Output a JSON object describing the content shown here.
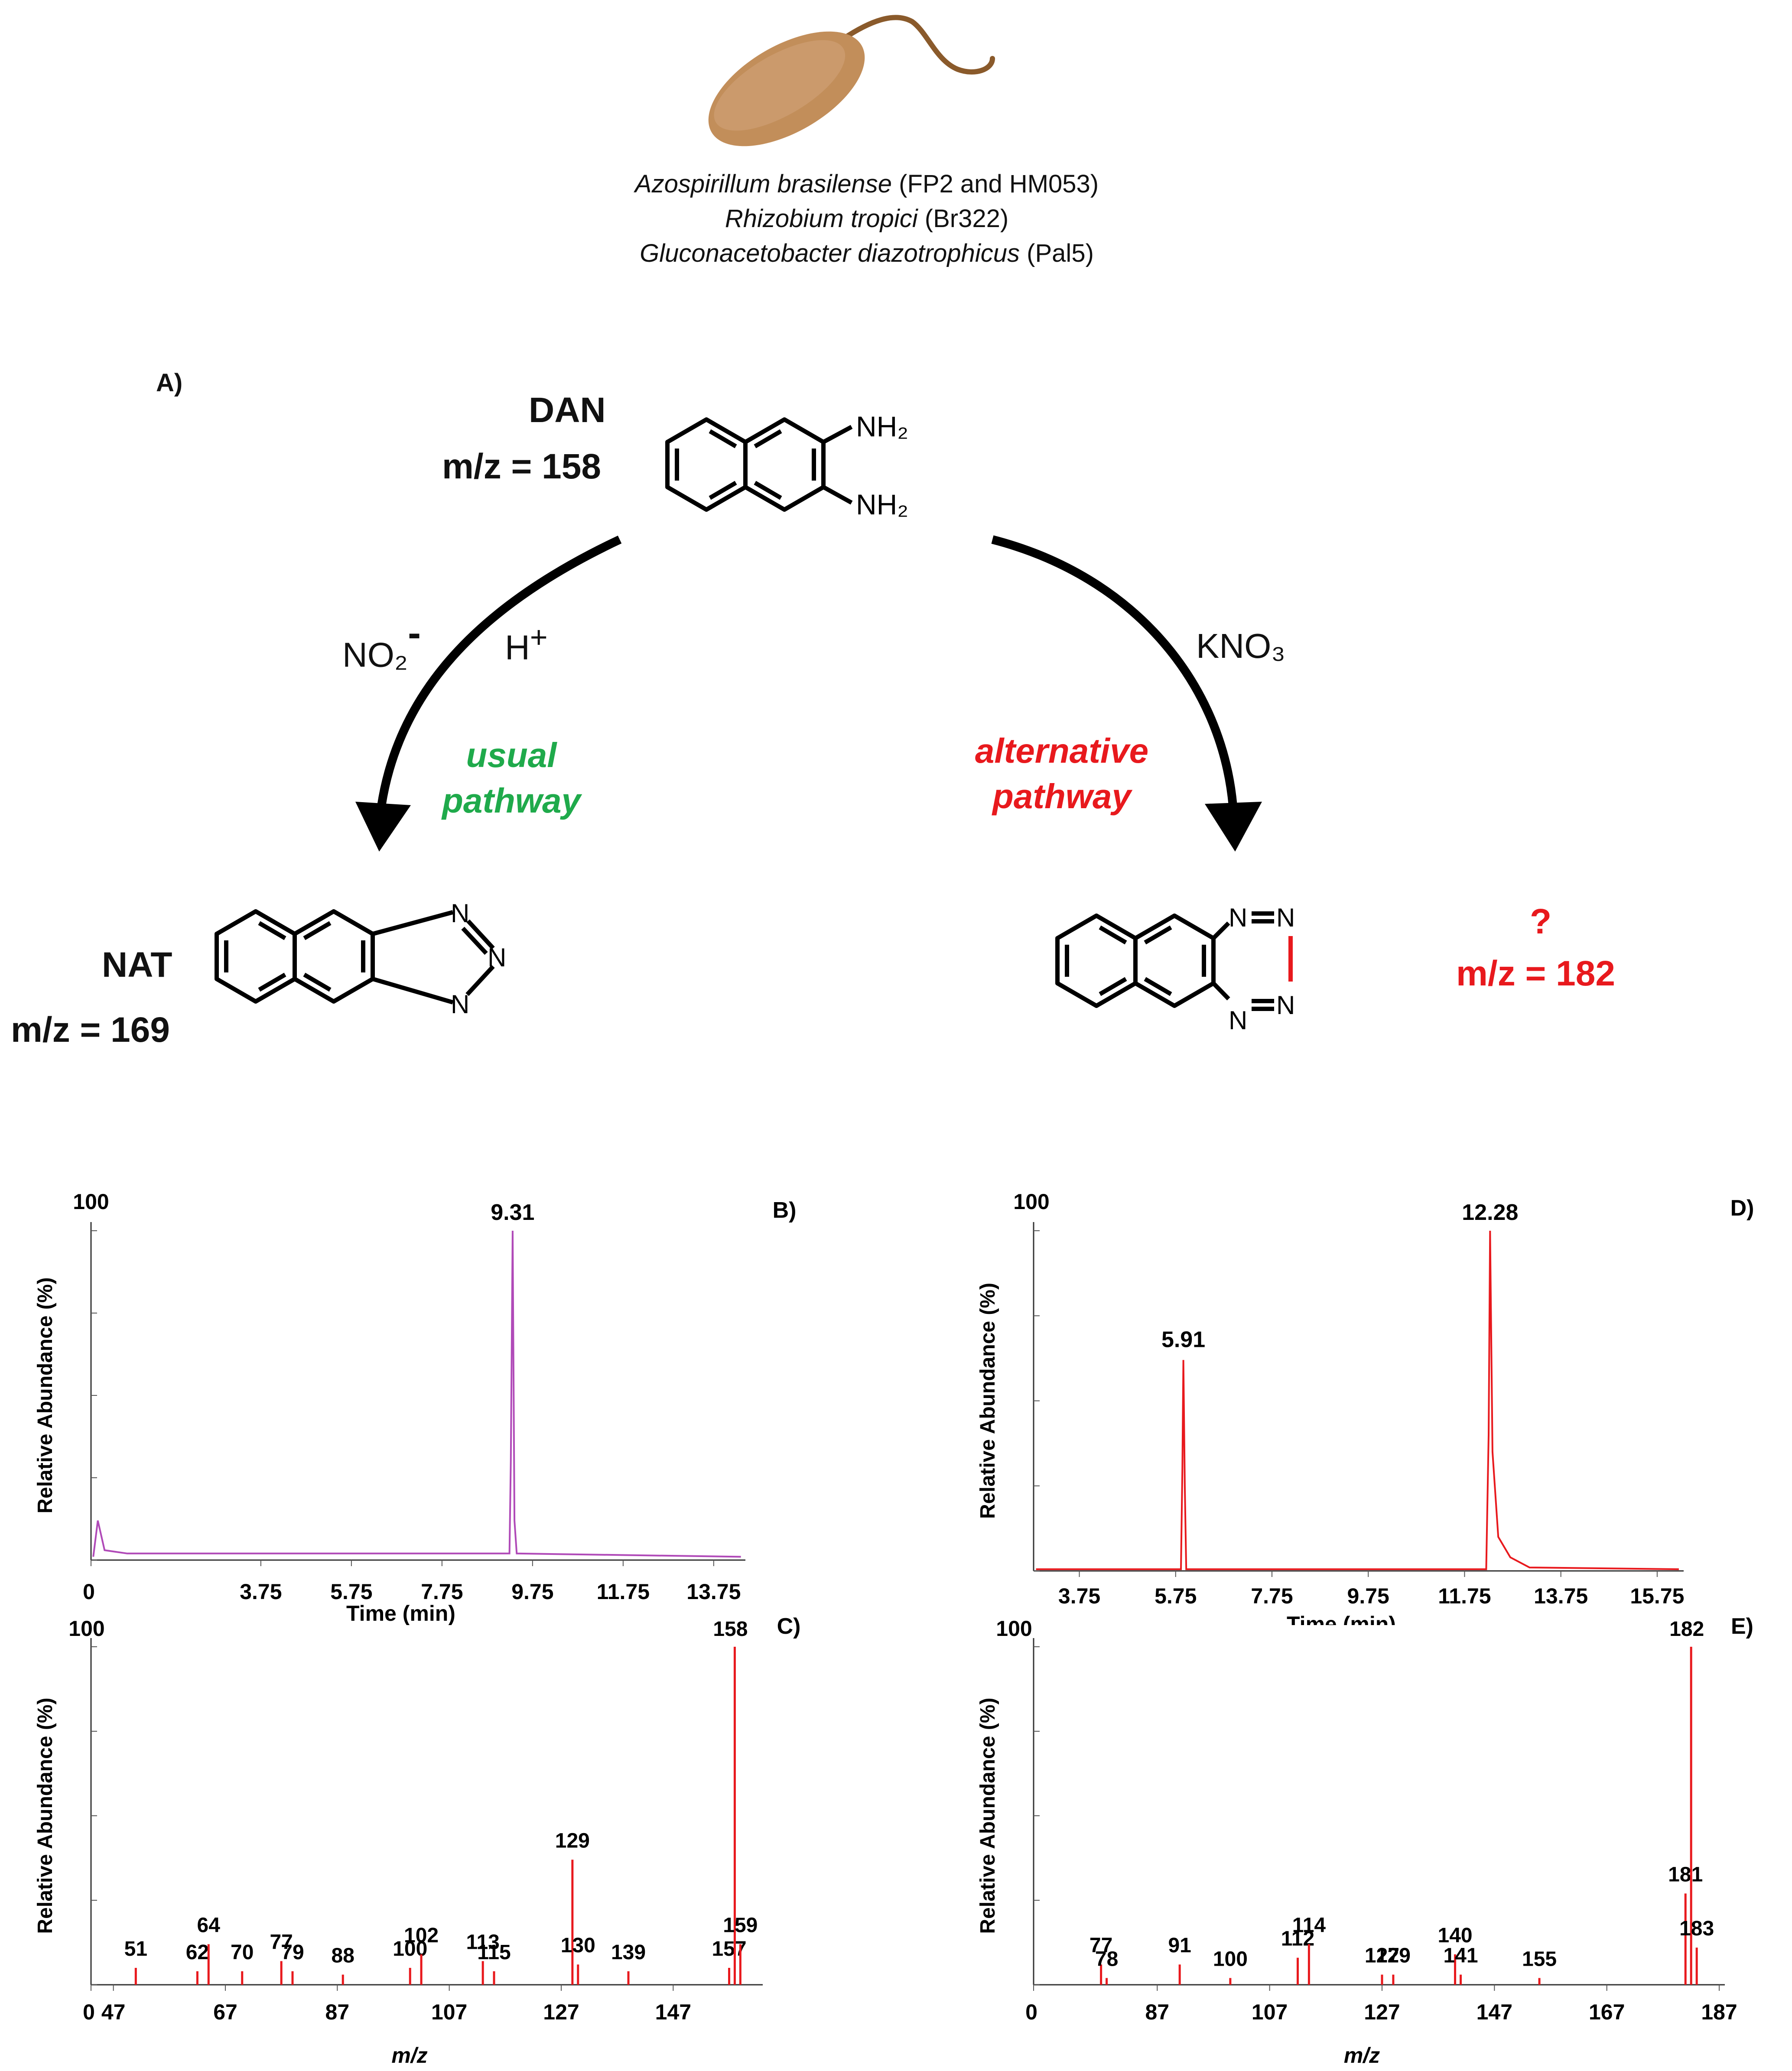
{
  "header": {
    "organisms": [
      {
        "species": "Azospirillum brasilense",
        "strain": " (FP2 and HM053)"
      },
      {
        "species": "Rhizobium tropici",
        "strain": " (Br322)"
      },
      {
        "species": "Gluconacetobacter diazotrophicus",
        "strain": " (Pal5)"
      }
    ]
  },
  "scheme": {
    "panel_label": "A)",
    "dan": {
      "name": "DAN",
      "mz": "m/z = 158",
      "nh2_top": "NH₂",
      "nh2_bottom": "NH₂"
    },
    "left_reagents": {
      "nitrite": "NO₂",
      "nitrite_charge": "-",
      "acid": "H",
      "acid_charge": "+"
    },
    "right_reagent": "KNO₃",
    "usual_pathway": [
      "usual",
      "pathway"
    ],
    "alternative_pathway": [
      "alternative",
      "pathway"
    ],
    "nat": {
      "name": "NAT",
      "mz": "m/z = 169",
      "atoms": [
        "N",
        "N",
        "N"
      ]
    },
    "unknown": {
      "question": "?",
      "mz": "m/z = 182",
      "atoms": [
        "N",
        "N",
        "N",
        "N"
      ]
    },
    "colors": {
      "usual": "#1faa4b",
      "alternative": "#e8191d",
      "arrow": "#000000"
    }
  },
  "chart_data": [
    {
      "panel": "B)",
      "type": "line",
      "xlabel": "Time (min)",
      "ylabel": "Relative Abundance (%)",
      "y_top_label": "100",
      "x_ticks": [
        "0",
        "3.75",
        "5.75",
        "7.75",
        "9.75",
        "11.75",
        "13.75"
      ],
      "xlim": [
        0,
        14.45
      ],
      "ylim": [
        0,
        100
      ],
      "color": "#b04ab8",
      "series": [
        {
          "x": [
            0.05,
            0.15,
            0.3,
            0.8,
            9.24,
            9.27,
            9.31,
            9.35,
            9.4,
            14.35
          ],
          "y": [
            1,
            12,
            3,
            2,
            2,
            30,
            100,
            12,
            2,
            1
          ]
        }
      ],
      "peak_labels": [
        {
          "x": 9.31,
          "label": "9.31"
        }
      ]
    },
    {
      "panel": "C)",
      "type": "bar",
      "xlabel": "m/z",
      "ylabel": "Relative Abundance (%)",
      "y_top_label": "100",
      "x_ticks": [
        "0",
        "47",
        "67",
        "87",
        "107",
        "127",
        "147"
      ],
      "xlim": [
        43,
        163
      ],
      "ylim": [
        0,
        100
      ],
      "color": "#e8191d",
      "peaks": [
        {
          "mz": 51,
          "value": 5,
          "label": "51"
        },
        {
          "mz": 62,
          "value": 4,
          "label": "62"
        },
        {
          "mz": 64,
          "value": 12,
          "label": "64"
        },
        {
          "mz": 70,
          "value": 4,
          "label": "70"
        },
        {
          "mz": 77,
          "value": 7,
          "label": "77"
        },
        {
          "mz": 79,
          "value": 4,
          "label": "79"
        },
        {
          "mz": 88,
          "value": 3,
          "label": "88"
        },
        {
          "mz": 100,
          "value": 5,
          "label": "100"
        },
        {
          "mz": 102,
          "value": 9,
          "label": "102"
        },
        {
          "mz": 113,
          "value": 7,
          "label": "113"
        },
        {
          "mz": 115,
          "value": 4,
          "label": "115"
        },
        {
          "mz": 129,
          "value": 37,
          "label": "129"
        },
        {
          "mz": 130,
          "value": 6,
          "label": "130"
        },
        {
          "mz": 139,
          "value": 4,
          "label": "139"
        },
        {
          "mz": 157,
          "value": 5,
          "label": "157"
        },
        {
          "mz": 158,
          "value": 100,
          "label": "158"
        },
        {
          "mz": 159,
          "value": 12,
          "label": "159"
        }
      ]
    },
    {
      "panel": "D)",
      "type": "line",
      "xlabel": "Time (min)",
      "ylabel": "Relative Abundance (%)",
      "y_top_label": "100",
      "x_ticks": [
        "3.75",
        "5.75",
        "7.75",
        "9.75",
        "11.75",
        "13.75",
        "15.75"
      ],
      "xlim": [
        2.8,
        16.3
      ],
      "ylim": [
        0,
        100
      ],
      "color": "#e8191d",
      "series": [
        {
          "x": [
            2.85,
            5.86,
            5.89,
            5.91,
            5.94,
            5.97,
            12.2,
            12.25,
            12.28,
            12.33,
            12.45,
            12.7,
            13.1,
            16.2
          ],
          "y": [
            0.5,
            0.5,
            30,
            62,
            25,
            0.5,
            0.5,
            40,
            100,
            35,
            10,
            4,
            1,
            0.5
          ]
        }
      ],
      "peak_labels": [
        {
          "x": 5.91,
          "label": "5.91"
        },
        {
          "x": 12.28,
          "label": "12.28"
        }
      ]
    },
    {
      "panel": "E)",
      "type": "bar",
      "xlabel": "m/z",
      "ylabel": "Relative Abundance (%)",
      "y_top_label": "100",
      "x_ticks": [
        "0",
        "87",
        "107",
        "127",
        "147",
        "167",
        "187"
      ],
      "xlim": [
        65,
        188
      ],
      "ylim": [
        0,
        100
      ],
      "color": "#e8191d",
      "peaks": [
        {
          "mz": 77,
          "value": 6,
          "label": "77"
        },
        {
          "mz": 78,
          "value": 2,
          "label": "78"
        },
        {
          "mz": 91,
          "value": 6,
          "label": "91"
        },
        {
          "mz": 100,
          "value": 2,
          "label": "100"
        },
        {
          "mz": 112,
          "value": 8,
          "label": "112"
        },
        {
          "mz": 114,
          "value": 12,
          "label": "114"
        },
        {
          "mz": 127,
          "value": 3,
          "label": "127"
        },
        {
          "mz": 129,
          "value": 3,
          "label": "129"
        },
        {
          "mz": 140,
          "value": 9,
          "label": "140"
        },
        {
          "mz": 141,
          "value": 3,
          "label": "141"
        },
        {
          "mz": 155,
          "value": 2,
          "label": "155"
        },
        {
          "mz": 181,
          "value": 27,
          "label": "181"
        },
        {
          "mz": 182,
          "value": 100,
          "label": "182"
        },
        {
          "mz": 183,
          "value": 11,
          "label": "183"
        }
      ]
    }
  ]
}
